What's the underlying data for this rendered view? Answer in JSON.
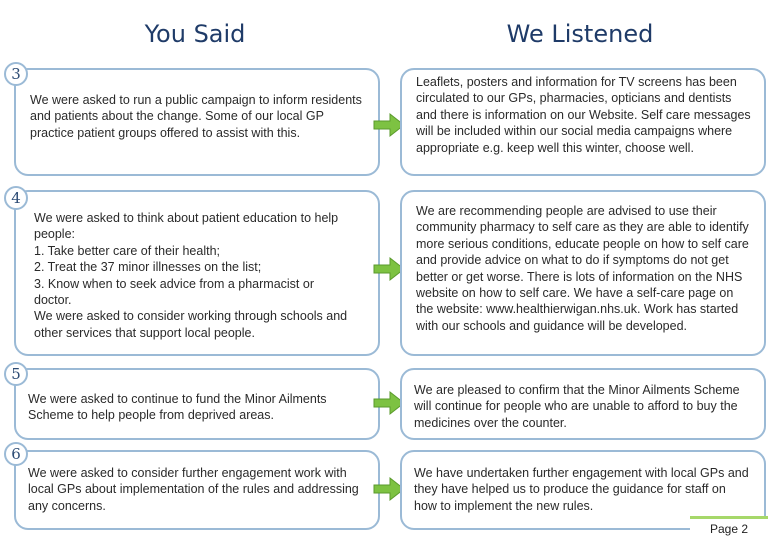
{
  "headers": {
    "left": "You Said",
    "right": "We Listened"
  },
  "rows": [
    {
      "number": "3",
      "said": "We were asked to run a public campaign to inform residents and patients about the change. Some of our local GP practice patient groups offered to assist with this.",
      "listened": "Leaflets, posters and information for TV screens has been circulated to our GPs, pharmacies, opticians and dentists and there is information on our Website. Self care messages will be included within our social media campaigns where appropriate e.g. keep well this winter, choose well."
    },
    {
      "number": "4",
      "said": "We were asked to think about patient education to help people:\n1. Take better care of their health;\n2. Treat the 37 minor illnesses on the list;\n3. Know when to seek advice from a pharmacist or\n    doctor.\nWe were asked to consider working through schools and other services that support local people.",
      "listened": "We are recommending people are advised to use their community pharmacy to self care as they are able to identify more serious conditions, educate people on how to self care and provide advice on what to do if symptoms do not get better or get worse. There is lots of information on the NHS website on how to self care. We have a self-care page on the website: www.healthierwigan.nhs.uk. Work has started with our schools and guidance will be developed."
    },
    {
      "number": "5",
      "said": "We were asked to continue to fund the Minor Ailments Scheme to help people from deprived areas.",
      "listened": "We are pleased to confirm that the Minor Ailments Scheme will continue for people who are unable to afford to buy the medicines over the counter."
    },
    {
      "number": "6",
      "said": "We were asked to consider further engagement work with local GPs about implementation of the rules and addressing any concerns.",
      "listened": "We have undertaken further engagement with local GPs and they have helped us to produce the guidance for staff on how to implement the new rules."
    }
  ],
  "page_label": "Page 2",
  "colors": {
    "border": "#9bbad6",
    "arrow": "#7dc242",
    "title": "#1f3b68",
    "badge": "#a6d86a"
  }
}
